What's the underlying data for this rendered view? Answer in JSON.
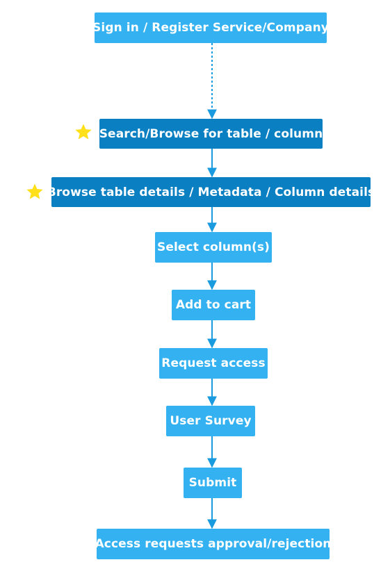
{
  "colors": {
    "light_box": "#33b1f0",
    "dark_box": "#0a7fc2",
    "connector": "#1a9be0",
    "star": "#ffe01a"
  },
  "steps": [
    {
      "label": "Sign in / Register Service/Company",
      "style": "light",
      "starred": false
    },
    {
      "label": "Search/Browse for table / column",
      "style": "dark",
      "starred": true
    },
    {
      "label": "Browse table details / Metadata / Column details",
      "style": "dark",
      "starred": true
    },
    {
      "label": "Select column(s)",
      "style": "light",
      "starred": false
    },
    {
      "label": "Add to cart",
      "style": "light",
      "starred": false
    },
    {
      "label": "Request access",
      "style": "light",
      "starred": false
    },
    {
      "label": "User Survey",
      "style": "light",
      "starred": false
    },
    {
      "label": "Submit",
      "style": "light",
      "starred": false
    },
    {
      "label": "Access requests approval/rejection",
      "style": "light",
      "starred": false
    }
  ],
  "connectors": [
    {
      "from": 0,
      "to": 1,
      "line": "dotted"
    },
    {
      "from": 1,
      "to": 2,
      "line": "solid"
    },
    {
      "from": 2,
      "to": 3,
      "line": "solid"
    },
    {
      "from": 3,
      "to": 4,
      "line": "solid"
    },
    {
      "from": 4,
      "to": 5,
      "line": "solid"
    },
    {
      "from": 5,
      "to": 6,
      "line": "solid"
    },
    {
      "from": 6,
      "to": 7,
      "line": "solid"
    },
    {
      "from": 7,
      "to": 8,
      "line": "solid"
    }
  ]
}
